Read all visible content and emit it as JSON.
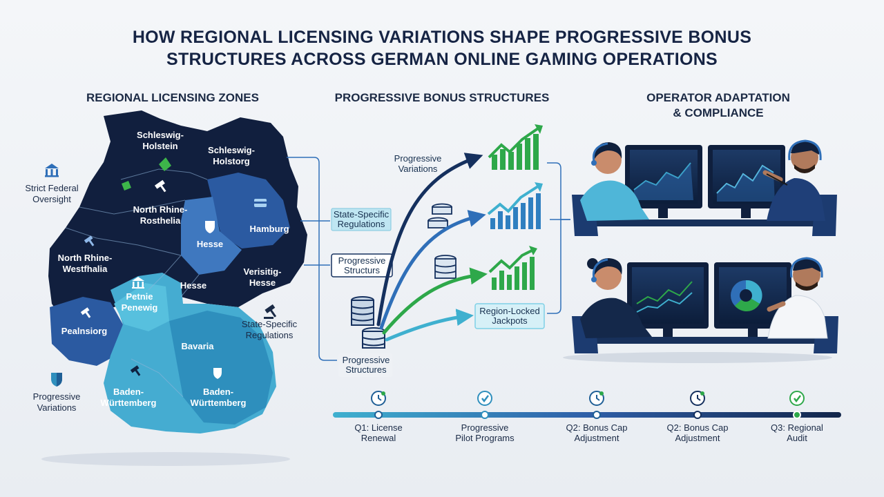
{
  "title": {
    "line1": "HOW REGIONAL LICENSING VARIATIONS SHAPE PROGRESSIVE BONUS",
    "line2": "STRUCTURES ACROSS GERMAN ONLINE GAMING OPERATIONS"
  },
  "columns": {
    "left": "REGIONAL LICENSING ZONES",
    "middle": "PROGRESSIVE BONUS STRUCTURES",
    "right_line1": "OPERATOR ADAPTATION",
    "right_line2": "& COMPLIANCE"
  },
  "map": {
    "regions": [
      {
        "line1": "Schleswig-",
        "line2": "Holstein"
      },
      {
        "line1": "Schleswig-",
        "line2": "Holstorg"
      },
      {
        "line1": "North Rhine-",
        "line2": "Rosthelia"
      },
      {
        "line1": "Hamburg",
        "line2": ""
      },
      {
        "line1": "Hesse",
        "line2": ""
      },
      {
        "line1": "North Rhine-",
        "line2": "Westfhalia"
      },
      {
        "line1": "Hesse",
        "line2": ""
      },
      {
        "line1": "Verisitig-",
        "line2": "Hesse"
      },
      {
        "line1": "Petnie",
        "line2": "Penewig"
      },
      {
        "line1": "Pealnsiorg",
        "line2": ""
      },
      {
        "line1": "Bavaria",
        "line2": ""
      },
      {
        "line1": "Baden-",
        "line2": "Württemberg"
      },
      {
        "line1": "Baden-",
        "line2": "Württemberg"
      }
    ],
    "side_labels": {
      "strict_line1": "Strict Federal",
      "strict_line2": "Oversight",
      "progressive_line1": "Progressive",
      "progressive_line2": "Variations",
      "state_line1": "State-Specific",
      "state_line2": "Regulations"
    }
  },
  "flow": {
    "state_specific_line1": "State-Specific",
    "state_specific_line2": "Regulations",
    "progressive_box_line1": "Progressive",
    "progressive_box_line2": "Structurs",
    "progressive_bottom_line1": "Progressive",
    "progressive_bottom_line2": "Structures",
    "progressive_variations_line1": "Progressive",
    "progressive_variations_line2": "Variations",
    "region_locked_line1": "Region-Locked",
    "region_locked_line2": "Jackpots"
  },
  "timeline": [
    {
      "line1": "Q1: License",
      "line2": "Renewal",
      "icon": "clock-icon"
    },
    {
      "line1": "Progressive",
      "line2": "Pilot Programs",
      "icon": "check-icon"
    },
    {
      "line1": "Q2: Bonus Cap",
      "line2": "Adjustment",
      "icon": "clock-icon"
    },
    {
      "line1": "Q2: Bonus Cap",
      "line2": "Adjustment",
      "icon": "clock-icon"
    },
    {
      "line1": "Q3: Regional",
      "line2": "Audit",
      "icon": "check-icon"
    }
  ],
  "colors": {
    "navy": "#0f1f3d",
    "blue": "#2f5fa8",
    "teal": "#3fb0cf",
    "green": "#2ea84a",
    "background": "#eef1f5"
  }
}
